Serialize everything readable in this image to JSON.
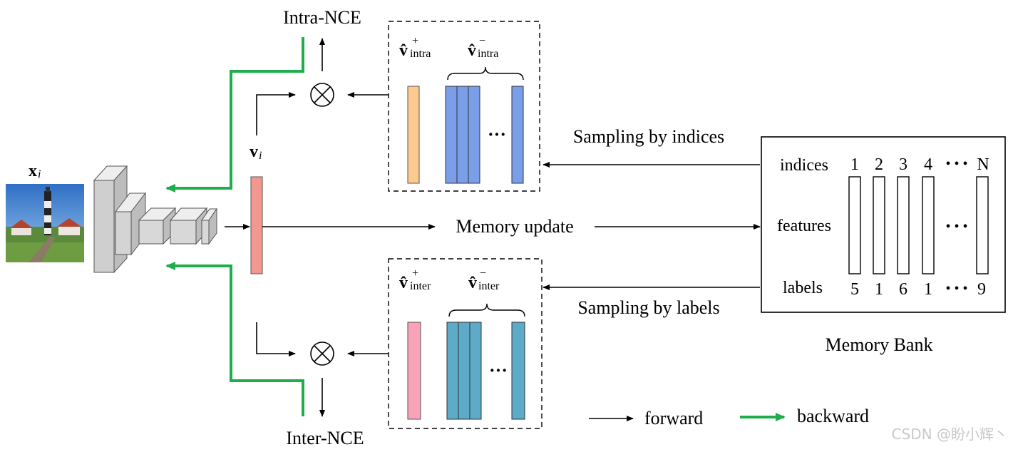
{
  "input": {
    "label_base": "x",
    "label_sub": "i"
  },
  "feature": {
    "label_base": "v",
    "label_sub": "i"
  },
  "intra": {
    "loss": "Intra-NCE",
    "pos_base": "v̂",
    "pos_sup": "+",
    "pos_sub": "intra",
    "neg_base": "v̂",
    "neg_sup": "−",
    "neg_sub": "intra",
    "ellipsis": "···",
    "sampling": "Sampling  by indices"
  },
  "inter": {
    "loss": "Inter-NCE",
    "pos_base": "v̂",
    "pos_sup": "+",
    "pos_sub": "inter",
    "neg_base": "v̂",
    "neg_sup": "−",
    "neg_sub": "inter",
    "ellipsis": "···",
    "sampling": "Sampling  by labels"
  },
  "memory_update": "Memory update",
  "memory_bank": {
    "title": "Memory Bank",
    "row_indices": "indices",
    "row_features": "features",
    "row_labels": "labels",
    "indices": [
      "1",
      "2",
      "3",
      "4"
    ],
    "labels": [
      "5",
      "1",
      "6",
      "1"
    ],
    "index_last": "N",
    "label_last": "9",
    "dots": "• • •",
    "feature_dots": "• • •"
  },
  "legend": {
    "forward": "forward",
    "backward": "backward"
  },
  "watermark": "CSDN @盼小辉丶",
  "colors": {
    "backward": "#1fae4b",
    "feature": "#f4978e",
    "intra_pos": "#fdc98f",
    "intra_neg": "#7b9ee8",
    "inter_pos": "#f8a3b8",
    "inter_neg": "#5eaac9"
  }
}
